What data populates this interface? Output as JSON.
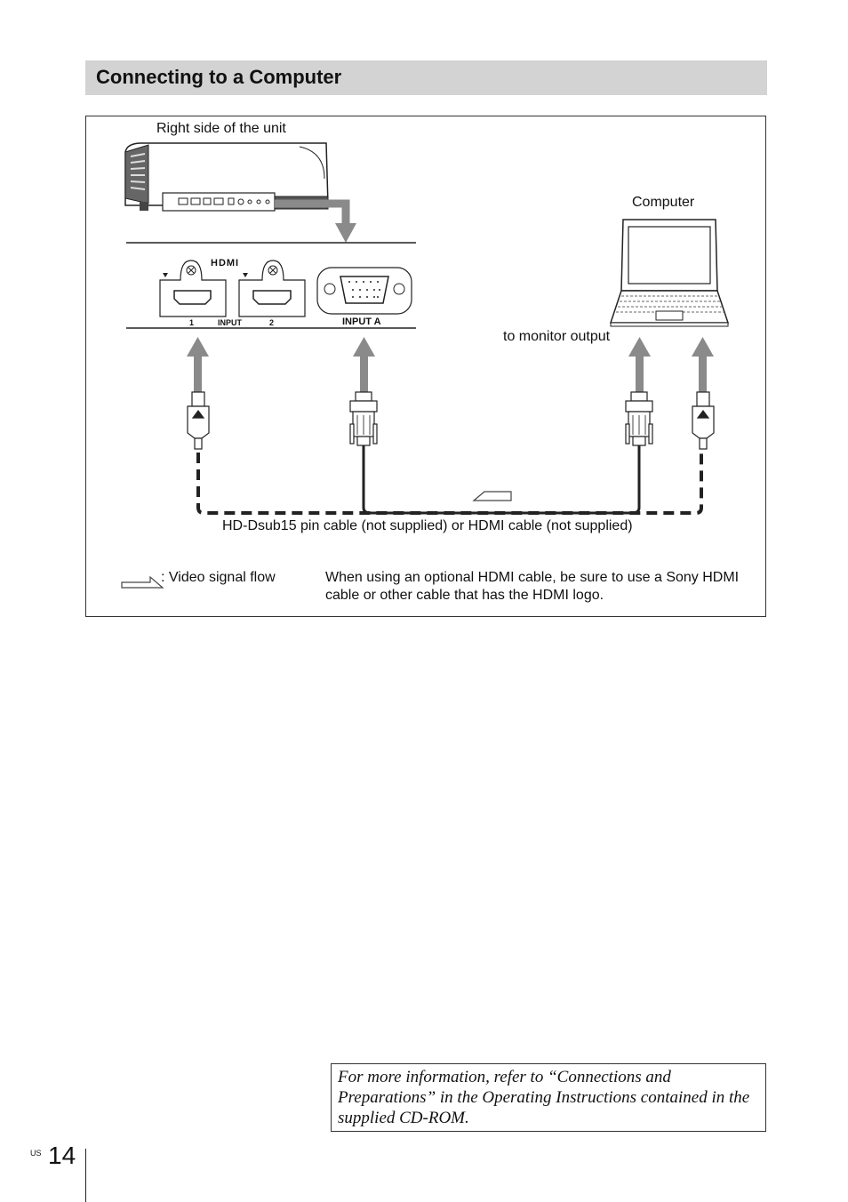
{
  "section": {
    "title": "Connecting to a Computer"
  },
  "diagram": {
    "unit_label": "Right side of the unit",
    "computer_label": "Computer",
    "monitor_output_label": "to monitor output",
    "cable_label": "HD-Dsub15 pin cable (not supplied) or HDMI cable (not supplied)",
    "panel": {
      "hdmi_logo": "HDMI",
      "hdmi_port_1": "1",
      "input_label": "INPUT",
      "hdmi_port_2": "2",
      "input_a_label": "INPUT A"
    },
    "legend_label": ": Video signal flow",
    "hdmi_note": "When using an optional HDMI cable, be sure to use a Sony HDMI cable or other cable that has the HDMI logo."
  },
  "info_box": {
    "text": "For more information, refer to “Connections and Preparations” in the Operating Instructions contained in the supplied CD-ROM."
  },
  "page": {
    "region": "US",
    "number": "14"
  }
}
